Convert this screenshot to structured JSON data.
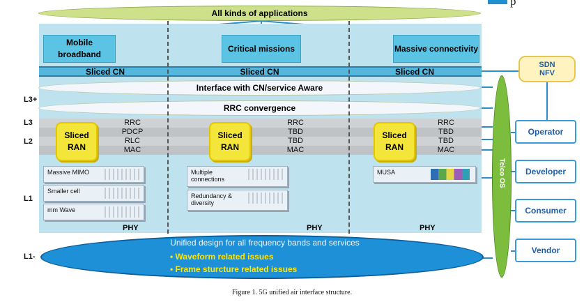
{
  "corner_text": "p",
  "top_app": "All kinds of applications",
  "services": [
    "Mobile broadband",
    "Critical missions",
    "Massive connectivity"
  ],
  "sliced_cn": "Sliced CN",
  "interface_ellipse": "Interface with CN/service Aware",
  "rrc_ellipse": "RRC convergence",
  "layer_labels": {
    "l3plus": "L3+",
    "l3": "L3",
    "l2": "L2",
    "l1": "L1",
    "l1minus": "L1-"
  },
  "columns": [
    {
      "ran": "Sliced RAN",
      "protocols": [
        "RRC",
        "PDCP",
        "RLC",
        "MAC"
      ],
      "l1_cards": [
        "Massive MIMO",
        "Smaller cell",
        "mm Wave"
      ],
      "phy": "PHY"
    },
    {
      "ran": "Sliced RAN",
      "protocols": [
        "RRC",
        "TBD",
        "TBD",
        "MAC"
      ],
      "l1_cards": [
        "Multiple connections",
        "Redundancy & diversity"
      ],
      "phy": "PHY"
    },
    {
      "ran": "Sliced RAN",
      "protocols": [
        "RRC",
        "TBD",
        "TBD",
        "MAC"
      ],
      "l1_cards": [
        "MUSA"
      ],
      "phy": "PHY"
    }
  ],
  "bottom": {
    "title": "Unified design for all frequency bands and services",
    "items": [
      "Waveform related issues",
      "Frame sturcture related issues"
    ]
  },
  "telco_os": "Telco OS",
  "sdn_nfv": [
    "SDN",
    "NFV"
  ],
  "side_boxes": [
    "Operator",
    "Developer",
    "Consumer",
    "Vendor"
  ],
  "caption": "Figure 1. 5G unified air interface structure.",
  "colors": {
    "accent_blue": "#3a9bd8",
    "service_blue": "#5bc3e3",
    "ran_yellow": "#f3e53a",
    "telco_green": "#7cbd3e",
    "bottom_blue": "#1e90d8"
  }
}
